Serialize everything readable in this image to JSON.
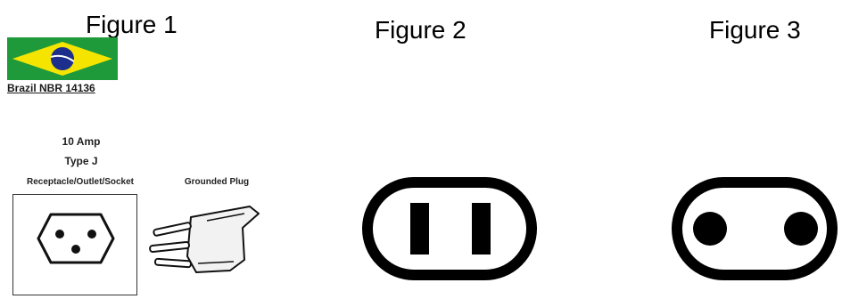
{
  "figures": {
    "fig1_title": "Figure 1",
    "fig2_title": "Figure 2",
    "fig3_title": "Figure 3"
  },
  "figure1": {
    "flag_caption": "Brazil NBR 14136",
    "amperage": "10 Amp",
    "type": "Type J",
    "receptacle_label": "Receptacle/Outlet/Socket",
    "plug_label": "Grounded Plug"
  },
  "colors": {
    "flag_green": "#1f9a3a",
    "flag_yellow": "#f5e400",
    "flag_blue": "#1c2f8c",
    "ink": "#000000"
  }
}
